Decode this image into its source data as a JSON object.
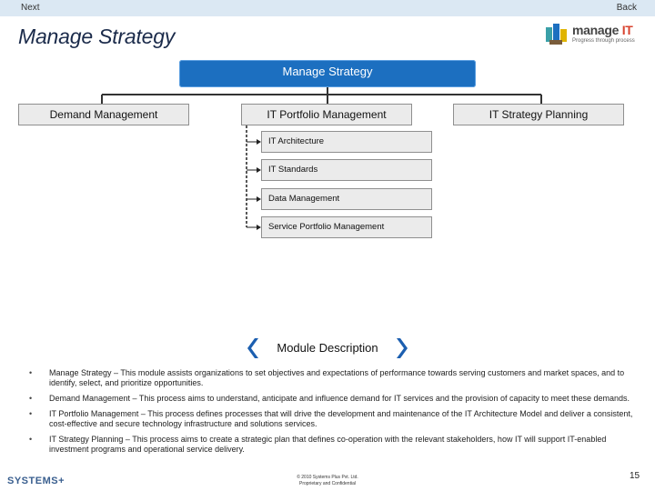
{
  "nav": {
    "next_label": "Next",
    "back_label": "Back"
  },
  "page_title": "Manage Strategy",
  "logo": {
    "word_main": "manage ",
    "word_accent": "IT",
    "tagline": "Progress through process",
    "colors": {
      "accent": "#d8432f",
      "blue": "#1c6fc0",
      "teal": "#3aa0a8",
      "yellow": "#e0b400"
    }
  },
  "diagram": {
    "root": "Manage Strategy",
    "modules": [
      {
        "label": "Demand Management"
      },
      {
        "label": "IT Portfolio Management"
      },
      {
        "label": "IT Strategy Planning"
      }
    ],
    "sub_modules": [
      {
        "label": "IT Architecture"
      },
      {
        "label": "IT Standards"
      },
      {
        "label": "Data Management"
      },
      {
        "label": "Service Portfolio Management"
      }
    ],
    "root_color": "#1c6fc0"
  },
  "module_description": {
    "heading": "Module Description",
    "items": [
      "Manage Strategy – This module assists organizations to set objectives and expectations of performance towards serving customers and market spaces, and to identify, select, and prioritize opportunities.",
      "Demand Management – This process aims to understand, anticipate and influence demand for IT services and the provision of capacity to meet these demands.",
      "IT Portfolio Management – This process defines processes that will drive the development and maintenance of the IT Architecture Model and deliver a consistent, cost-effective and secure technology infrastructure and solutions services.",
      "IT Strategy Planning – This process aims to create a strategic plan that defines co-operation with the relevant stakeholders, how IT will support IT-enabled investment programs and operational service delivery."
    ]
  },
  "footer": {
    "brand": "SYSTEMS+",
    "copyright_line1": "© 2010 Systems Plus Pvt. Ltd.",
    "copyright_line2": "Proprietary and Confidential",
    "page_number": "15"
  }
}
